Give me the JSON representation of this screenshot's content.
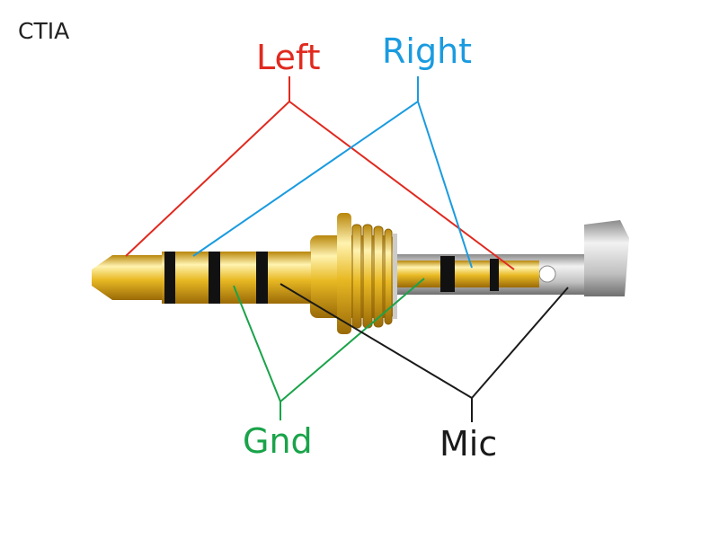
{
  "title": "CTIA",
  "labels": {
    "left": {
      "text": "Left",
      "color": "#e02a1f"
    },
    "right": {
      "text": "Right",
      "color": "#1a9be0"
    },
    "gnd": {
      "text": "Gnd",
      "color": "#1aa34a"
    },
    "mic": {
      "text": "Mic",
      "color": "#1a1a1a"
    }
  }
}
